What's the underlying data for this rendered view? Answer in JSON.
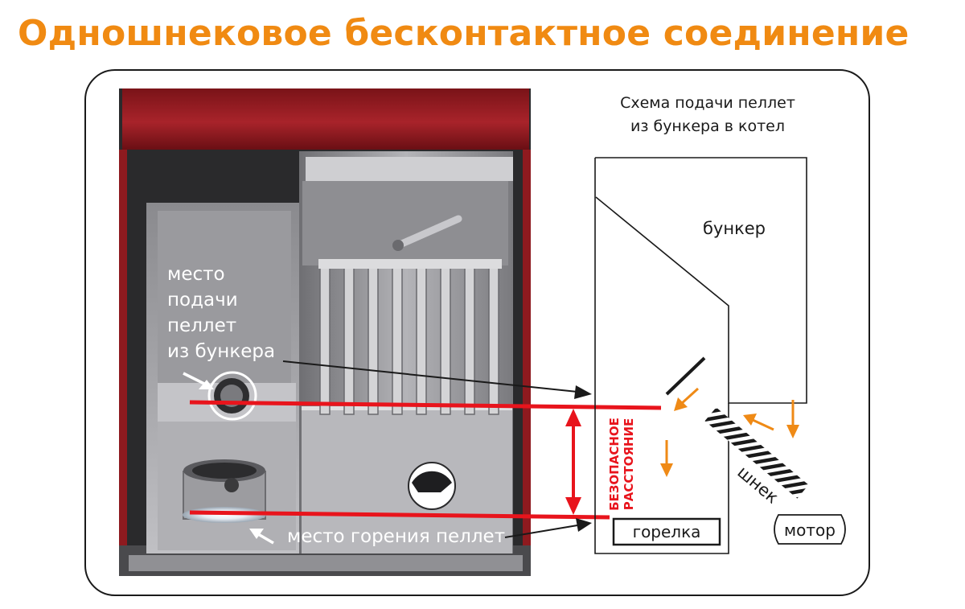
{
  "title": "Одношнековое бесконтактное соединение",
  "scheme_caption": [
    "Схема подачи пеллет",
    "из бункера в котел"
  ],
  "labels": {
    "feed_point": [
      "место",
      "подачи",
      "пеллет",
      "из бункера"
    ],
    "burn_point": "место горения пеллет",
    "bunker": "бункер",
    "auger": "шнек",
    "motor": "мотор",
    "burner": "горелка",
    "safe_distance": [
      "БЕЗОПАСНОЕ",
      "РАССТОЯНИЕ"
    ]
  },
  "colors": {
    "title": "#f08a12",
    "red_line": "#e8141c",
    "arrow_orange": "#ef8a16",
    "boiler_red": "#8e1a1f"
  }
}
